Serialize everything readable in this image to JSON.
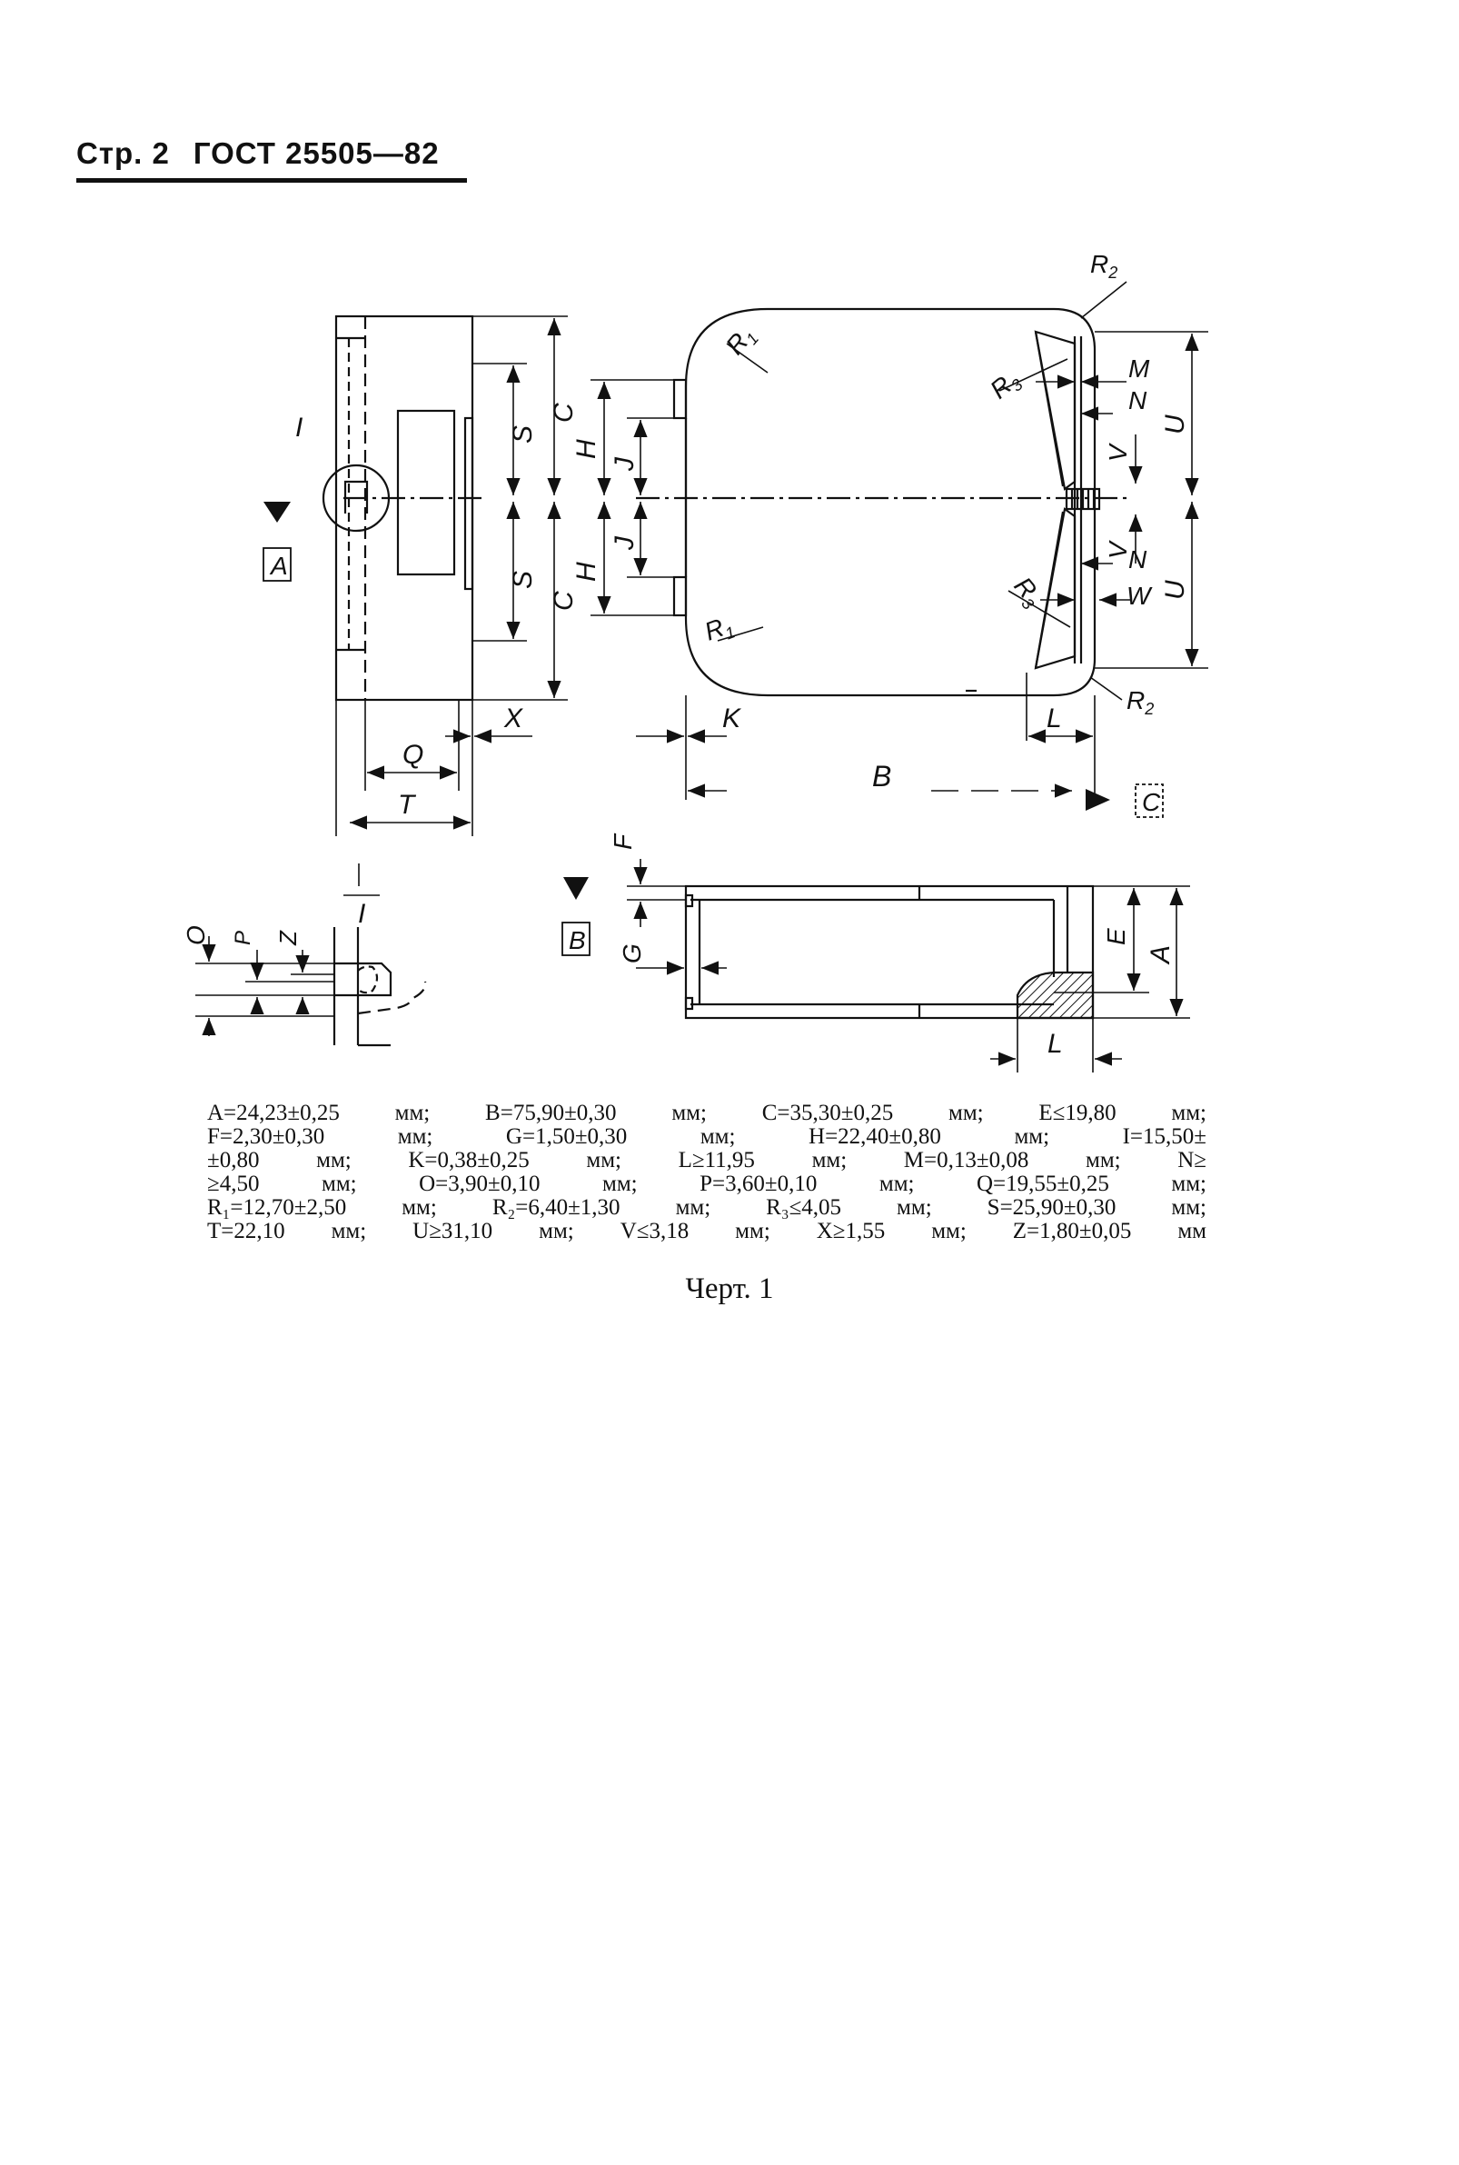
{
  "header": {
    "page": "Стр. 2",
    "standard": "ГОСТ 25505—82"
  },
  "drawing": {
    "labels": {
      "I": "I",
      "A_view": "A",
      "B_view": "B",
      "C_view": "C",
      "S": "S",
      "C": "C",
      "Q": "Q",
      "T": "T",
      "X": "X",
      "H": "H",
      "J": "J",
      "K": "K",
      "B": "B",
      "R1": "R",
      "R1_sub": "1",
      "R2": "R",
      "R2_sub": "2",
      "R3": "R",
      "R3_sub": "3",
      "M": "M",
      "N": "N",
      "V": "V",
      "W": "W",
      "U": "U",
      "L": "L",
      "F": "F",
      "G": "G",
      "E": "E",
      "A": "A",
      "O": "O",
      "P": "P",
      "Z": "Z"
    }
  },
  "parameters": [
    "A=24,23±0,25 мм; B=75,90±0,30 мм; C=35,30±0,25 мм; E≤19,80 мм;",
    "F=2,30±0,30 мм; G=1,50±0,30 мм; H=22,40±0,80 мм; I=15,50±",
    "±0,80 мм; K=0,38±0,25 мм; L≥11,95 мм; M=0,13±0,08 мм; N≥",
    "≥4,50 мм; O=3,90±0,10 мм; P=3,60±0,10 мм; Q=19,55±0,25 мм;",
    "R₁=12,70±2,50 мм; R₂=6,40±1,30 мм; R₃≤4,05 мм; S=25,90±0,30 мм;",
    "T=22,10 мм; U≥31,10 мм; V≤3,18 мм; X≥1,55 мм; Z=1,80±0,05 мм"
  ],
  "caption": "Черт. 1"
}
